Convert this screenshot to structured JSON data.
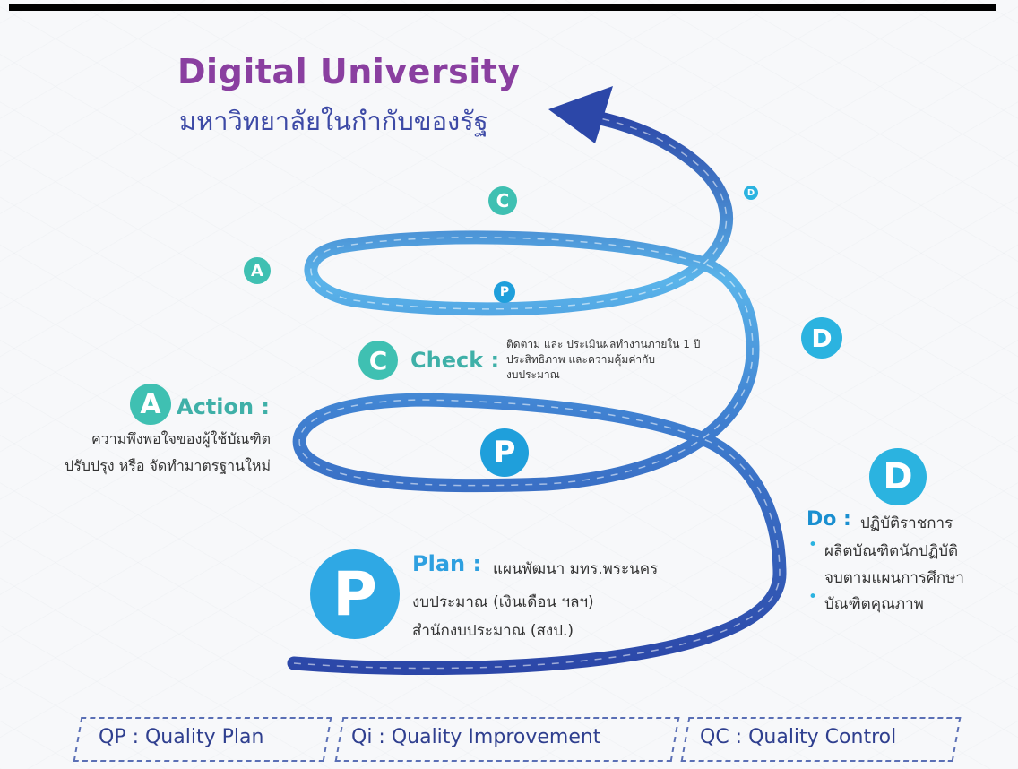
{
  "title": "Digital University",
  "subtitle": "มหาวิทยาลัยในกำกับของรัฐ",
  "small_letters": {
    "c": "C",
    "a": "A",
    "p": "P",
    "d_small": "D",
    "d_medium": "D"
  },
  "check": {
    "letter": "C",
    "heading": "Check :",
    "lines": [
      "ติดตาม และ ประเมินผลทำงานภายใน 1 ปี",
      "ประสิทธิภาพ และความคุ้มค่ากับ",
      "งบประมาณ"
    ]
  },
  "action": {
    "letter": "A",
    "heading": "Action :",
    "lines": [
      "ความพึงพอใจของผู้ใช้บัณฑิต",
      "ปรับปรุง หรือ จัดทำมาตรฐานใหม่"
    ]
  },
  "mid_p": "P",
  "do": {
    "letter": "D",
    "heading": "Do :",
    "heading_text": "ปฏิบัติราชการ",
    "bullet": "•",
    "item1_line1": "ผลิตบัณฑิตนักปฏิบัติ",
    "item1_line2": "จบตามแผนการศึกษา",
    "item2": "บัณฑิตคุณภาพ"
  },
  "plan": {
    "letter": "P",
    "heading": "Plan :",
    "heading_text": "แผนพัฒนา มทร.พระนคร",
    "lines": [
      "งบประมาณ (เงินเดือน ฯลฯ)",
      "สำนักงบประมาณ (สงป.)"
    ]
  },
  "legend": {
    "qp": "QP : Quality Plan",
    "qi": "Qi : Quality Improvement",
    "qc": "QC : Quality Control"
  },
  "colors": {
    "title": "#8a3fa0",
    "subtitle": "#3d4aa6",
    "teal": "#3fc0b2",
    "cyan": "#2bb3e0",
    "spiral_dark": "#2c47a8",
    "spiral_light": "#6fc8ee"
  }
}
